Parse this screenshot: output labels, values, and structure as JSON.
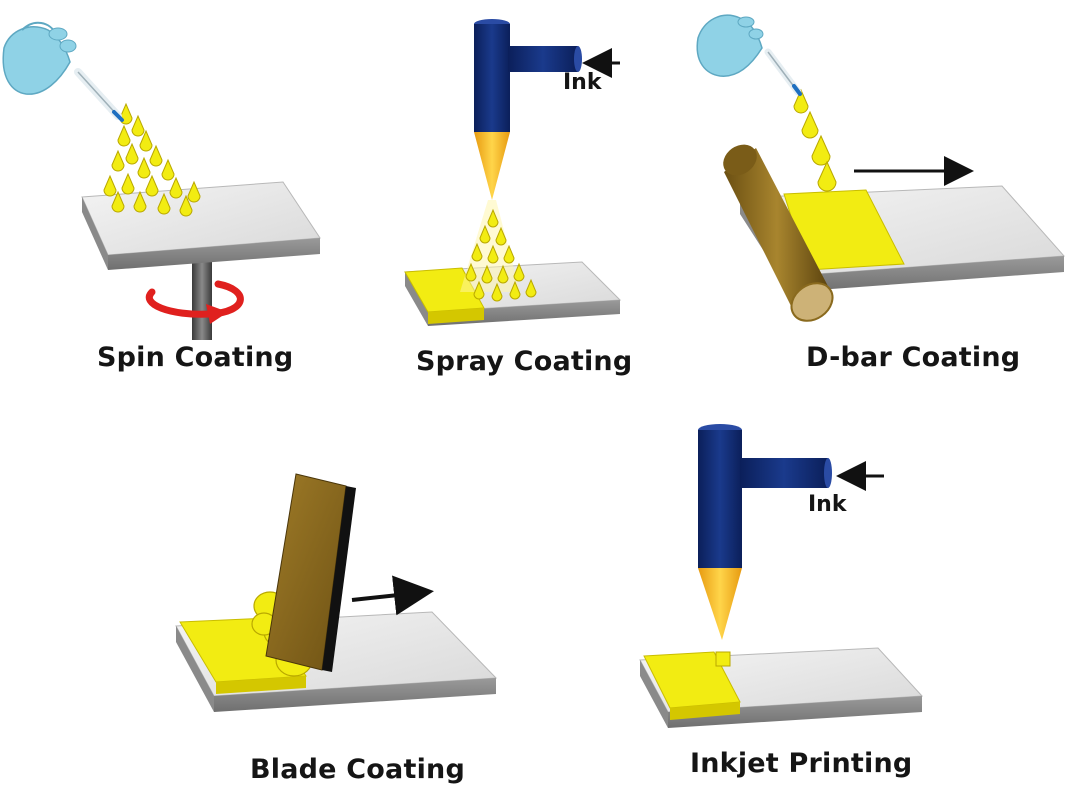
{
  "panels": {
    "spin": {
      "title": "Spin Coating"
    },
    "spray": {
      "title": "Spray Coating",
      "ink_label": "Ink"
    },
    "dbar": {
      "title": "D-bar Coating"
    },
    "blade": {
      "title": "Blade Coating"
    },
    "inkjet": {
      "title": "Inkjet Printing",
      "ink_label": "Ink"
    }
  },
  "colors": {
    "ink_yellow": "#f2ec12",
    "nozzle_blue": "#0f2a72",
    "nozzle_tip": "#f5b81a",
    "glove_blue": "#8fd2e6",
    "blade_brown": "#8a6a1e",
    "rotation_arrow": "#e0201e"
  }
}
